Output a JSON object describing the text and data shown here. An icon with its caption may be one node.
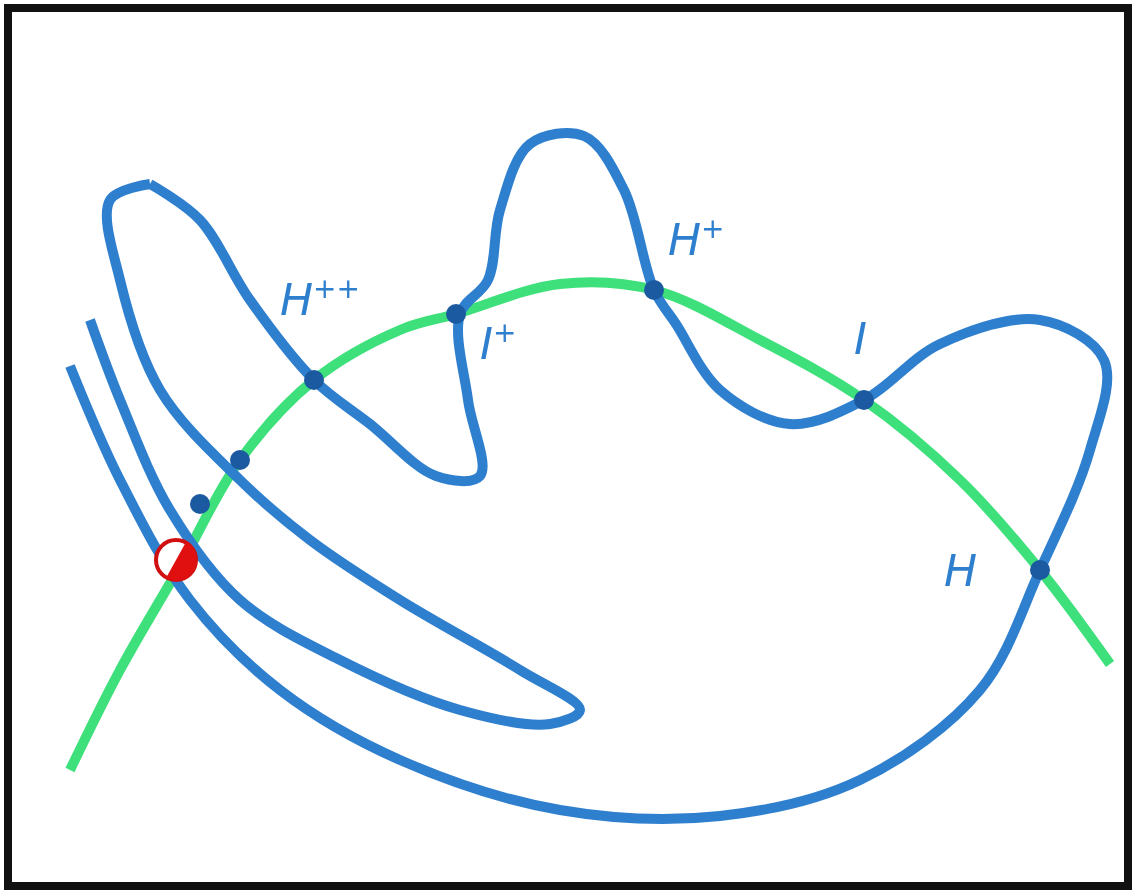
{
  "diagram": {
    "labels": [
      "H$^{+}$",
      "H$^{++}$",
      "I$^{+}$",
      "I",
      "H"
    ]
  }
}
